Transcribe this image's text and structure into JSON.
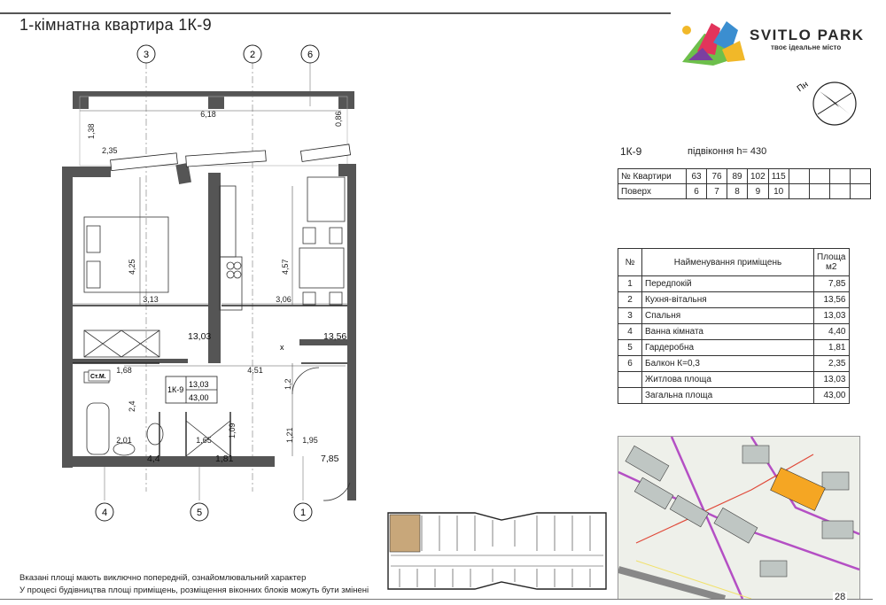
{
  "header": {
    "title": "1-кімнатна квартира 1К-9",
    "brand": "SVITLO PARK",
    "tagline": "твоє ідеальне місто",
    "page_number": "28",
    "north_label": "Пн"
  },
  "plan": {
    "code": "1К-9",
    "sill": "підвіконня h= 430",
    "axes": [
      "3",
      "2",
      "6",
      "4",
      "5",
      "1"
    ],
    "dimensions": [
      "6,18",
      "2,35",
      "1,38",
      "0,86",
      "4,25",
      "4,57",
      "3,13",
      "3,06",
      "4,51",
      "1,68",
      "2,4",
      "1,2",
      "2,01",
      "1,65",
      "1,09",
      "1,21",
      "1,95"
    ],
    "room_areas": [
      "13,03",
      "13,56",
      "4,4",
      "1,81",
      "7,85"
    ],
    "stamp": {
      "code": "1К-9",
      "living": "13,03",
      "total": "43,00"
    },
    "tag_stm": "Ст.М.",
    "tag_x": "x"
  },
  "floors_table": {
    "rows": [
      {
        "label": "№ Квартири",
        "values": [
          "63",
          "76",
          "89",
          "102",
          "115",
          "",
          "",
          "",
          ""
        ]
      },
      {
        "label": "Поверх",
        "values": [
          "6",
          "7",
          "8",
          "9",
          "10",
          "",
          "",
          "",
          ""
        ]
      }
    ]
  },
  "rooms_table": {
    "headers": {
      "n": "№",
      "name": "Найменування приміщень",
      "area": "Площа м2"
    },
    "rows": [
      {
        "n": "1",
        "name": "Передпокій",
        "area": "7,85"
      },
      {
        "n": "2",
        "name": "Кухня-вітальня",
        "area": "13,56"
      },
      {
        "n": "3",
        "name": "Спальня",
        "area": "13,03"
      },
      {
        "n": "4",
        "name": "Ванна кімната",
        "area": "4,40"
      },
      {
        "n": "5",
        "name": "Гардеробна",
        "area": "1,81"
      },
      {
        "n": "6",
        "name": "Балкон К=0,3",
        "area": "2,35"
      },
      {
        "n": "",
        "name": "Житлова площа",
        "area": "13,03"
      },
      {
        "n": "",
        "name": "Загальна площа",
        "area": "43,00"
      }
    ]
  },
  "notes": [
    "Вказані площі мають виключно попередній, ознайомлювальний характер",
    "У процесі будівництва площі приміщень, розміщення віконних блоків можуть бути змінені"
  ],
  "colors": {
    "highlight_apartment": "#c8a77a",
    "highlight_building": "#f5a623",
    "road_lines": "#b44fc4"
  }
}
